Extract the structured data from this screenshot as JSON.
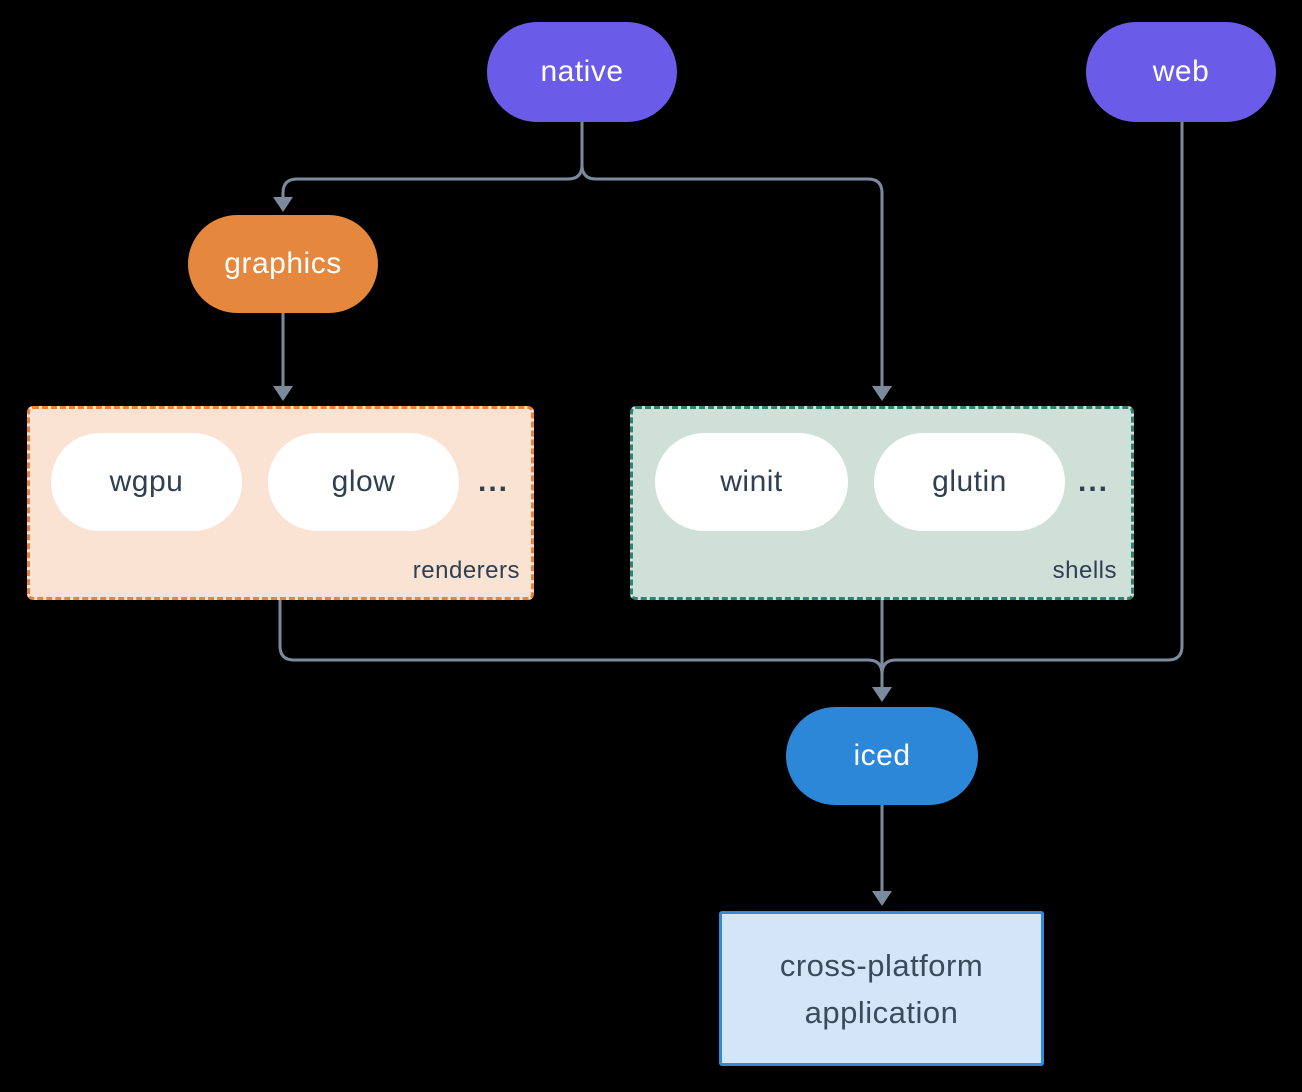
{
  "nodes": {
    "native": {
      "label": "native",
      "fill": "#6a5be8"
    },
    "web": {
      "label": "web",
      "fill": "#6a5be8"
    },
    "graphics": {
      "label": "graphics",
      "fill": "#e5873c"
    },
    "iced": {
      "label": "iced",
      "fill": "#2d87d8"
    },
    "application": {
      "line1": "cross-platform",
      "line2": "application",
      "fill": "#d3e5f6",
      "border": "#2e8ce0"
    }
  },
  "groups": {
    "renderers": {
      "label": "renderers",
      "fill": "#fae3d2",
      "border": "#e8833c",
      "pills": [
        "wgpu",
        "glow"
      ],
      "ellipsis": "..."
    },
    "shells": {
      "label": "shells",
      "fill": "#cfe0d9",
      "border": "#2f8173",
      "pills": [
        "winit",
        "glutin"
      ],
      "ellipsis": "..."
    }
  },
  "styles": {
    "background": "#000000",
    "connector_color": "#7b8b9d",
    "pill_text_color": "#ffffff",
    "dark_text_color": "#2e4052"
  }
}
